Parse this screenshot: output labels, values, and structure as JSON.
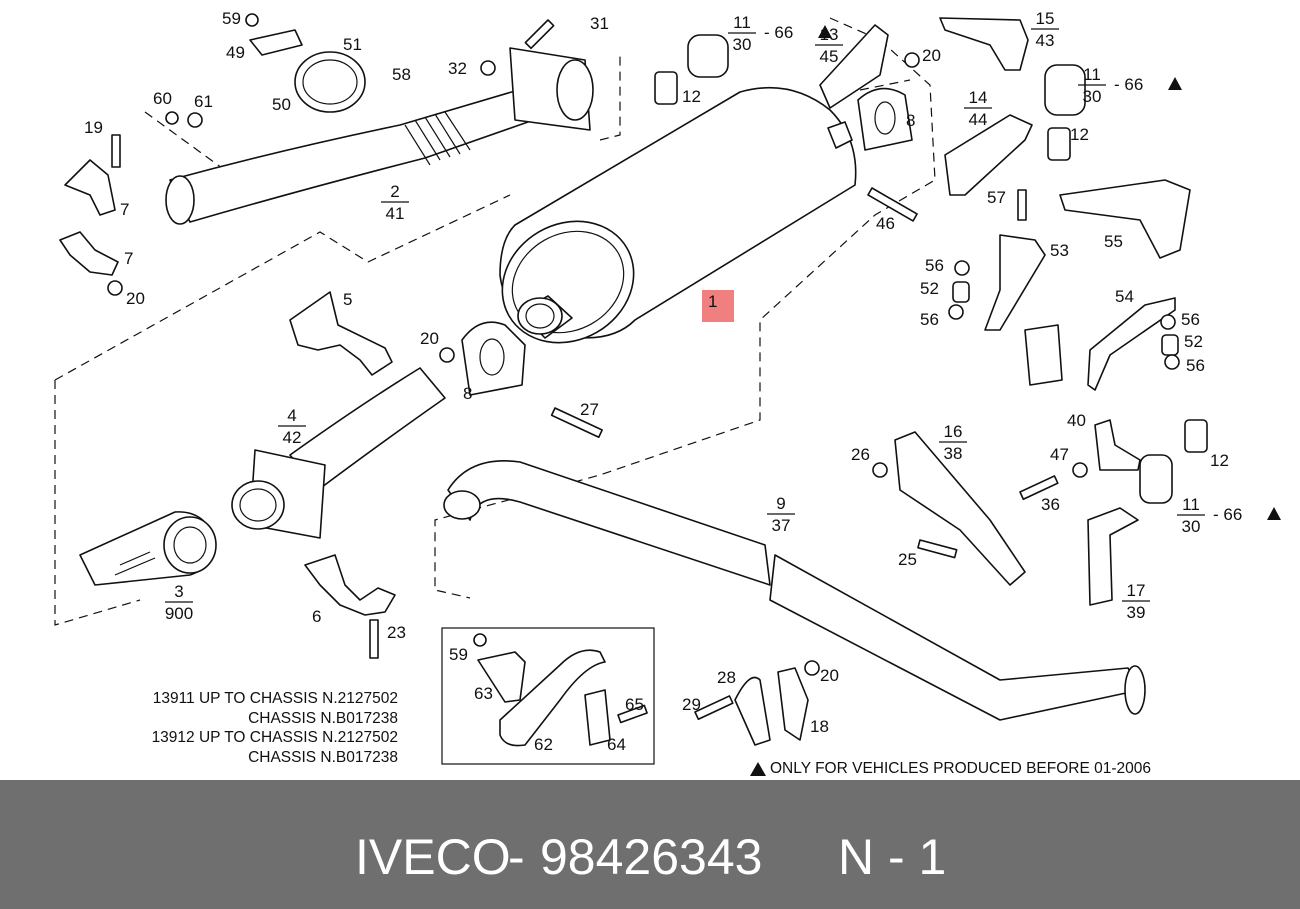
{
  "diagram": {
    "highlight_color": "#f08080",
    "footer_color": "#6f6f6f",
    "callouts": [
      {
        "id": "c59a",
        "text": "59"
      },
      {
        "id": "c49",
        "text": "49"
      },
      {
        "id": "c51",
        "text": "51"
      },
      {
        "id": "c58",
        "text": "58"
      },
      {
        "id": "c50",
        "text": "50"
      },
      {
        "id": "c31",
        "text": "31"
      },
      {
        "id": "c32",
        "text": "32"
      },
      {
        "id": "c60",
        "text": "60"
      },
      {
        "id": "c61",
        "text": "61"
      },
      {
        "id": "c19",
        "text": "19"
      },
      {
        "id": "c7a",
        "text": "7"
      },
      {
        "id": "c7b",
        "text": "7"
      },
      {
        "id": "c20a",
        "text": "20"
      },
      {
        "id": "c12a",
        "text": "12"
      },
      {
        "id": "c20b",
        "text": "20"
      },
      {
        "id": "c8a",
        "text": "8"
      },
      {
        "id": "c46",
        "text": "46"
      },
      {
        "id": "c12b",
        "text": "12"
      },
      {
        "id": "c57",
        "text": "57"
      },
      {
        "id": "c55",
        "text": "55"
      },
      {
        "id": "c53",
        "text": "53"
      },
      {
        "id": "c56a",
        "text": "56"
      },
      {
        "id": "c52a",
        "text": "52"
      },
      {
        "id": "c56b",
        "text": "56"
      },
      {
        "id": "c54",
        "text": "54"
      },
      {
        "id": "c56c",
        "text": "56"
      },
      {
        "id": "c52b",
        "text": "52"
      },
      {
        "id": "c56d",
        "text": "56"
      },
      {
        "id": "c1",
        "text": "1"
      },
      {
        "id": "c5",
        "text": "5"
      },
      {
        "id": "c20c",
        "text": "20"
      },
      {
        "id": "c8b",
        "text": "8"
      },
      {
        "id": "c27",
        "text": "27"
      },
      {
        "id": "c40",
        "text": "40"
      },
      {
        "id": "c12c",
        "text": "12"
      },
      {
        "id": "c26",
        "text": "26"
      },
      {
        "id": "c47",
        "text": "47"
      },
      {
        "id": "c36",
        "text": "36"
      },
      {
        "id": "c25",
        "text": "25"
      },
      {
        "id": "c6",
        "text": "6"
      },
      {
        "id": "c23",
        "text": "23"
      },
      {
        "id": "c59b",
        "text": "59"
      },
      {
        "id": "c63",
        "text": "63"
      },
      {
        "id": "c65",
        "text": "65"
      },
      {
        "id": "c62",
        "text": "62"
      },
      {
        "id": "c64",
        "text": "64"
      },
      {
        "id": "c28",
        "text": "28"
      },
      {
        "id": "c20d",
        "text": "20"
      },
      {
        "id": "c29",
        "text": "29"
      },
      {
        "id": "c18",
        "text": "18"
      }
    ],
    "fractions": [
      {
        "id": "f2",
        "top": "2",
        "bottom": "41"
      },
      {
        "id": "f14",
        "top": "14",
        "bottom": "44"
      },
      {
        "id": "f16",
        "top": "16",
        "bottom": "38"
      },
      {
        "id": "f4",
        "top": "4",
        "bottom": "42"
      },
      {
        "id": "f9",
        "top": "9",
        "bottom": "37"
      },
      {
        "id": "f3",
        "top": "3",
        "bottom": "900"
      },
      {
        "id": "f17",
        "top": "17",
        "bottom": "39"
      },
      {
        "id": "f13",
        "top": "13",
        "bottom": "45"
      },
      {
        "id": "f15",
        "top": "15",
        "bottom": "43"
      },
      {
        "id": "f11a",
        "top": "11",
        "bottom": "30",
        "suffix": "- 66"
      },
      {
        "id": "f11b",
        "top": "11",
        "bottom": "30",
        "suffix": "- 66"
      },
      {
        "id": "f11c",
        "top": "11",
        "bottom": "30",
        "suffix": "- 66"
      }
    ],
    "notes": [
      "13911 UP TO CHASSIS N.2127502",
      "CHASSIS N.B017238",
      "13912 UP TO CHASSIS N.2127502",
      "CHASSIS N.B017238"
    ],
    "legend_note": "ONLY FOR VEHICLES PRODUCED BEFORE 01-2006"
  },
  "footer": {
    "brand": "IVECO",
    "separator": "-",
    "part_number": "98426343",
    "position": "N - 1"
  }
}
